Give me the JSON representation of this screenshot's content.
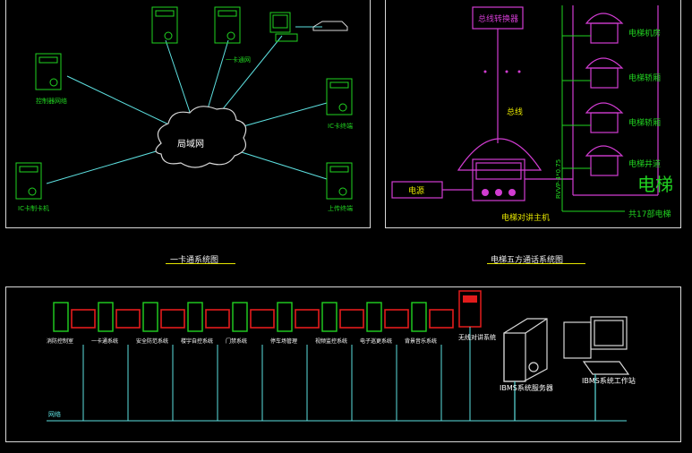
{
  "lan": {
    "cloud_label": "局域网",
    "nodes": [
      {
        "label": "控制器网络"
      },
      {
        "label": ""
      },
      {
        "label": "一卡通网"
      },
      {
        "label": ""
      },
      {
        "label": "IC卡终端"
      },
      {
        "label": "上传终端"
      },
      {
        "label": "IC卡制卡机"
      }
    ],
    "caption": "一卡通系统图"
  },
  "elevator": {
    "bus_converter": "总线转换器",
    "bus_label": "总线",
    "power_label": "电源",
    "host_label": "电梯对讲主机",
    "cable_label": "RVVP-4*0.75",
    "floors": [
      "电梯机房",
      "电梯轿厢",
      "电梯轿厢",
      "电梯井道"
    ],
    "elevator_big": "电梯",
    "total_label": "共17部电梯",
    "caption": "电梯五方通话系统图"
  },
  "ws": {
    "stations": [
      {
        "label": "消防控制室"
      },
      {
        "label": "一卡通系统"
      },
      {
        "label": "安全防范系统"
      },
      {
        "label": "楼宇自控系统"
      },
      {
        "label": "门禁系统"
      },
      {
        "label": "停车场管理"
      },
      {
        "label": "视频监控系统"
      },
      {
        "label": "电子巡更系统"
      },
      {
        "label": "背景音乐系统"
      }
    ],
    "extra_device": "无线对讲系统",
    "server_label": "IBMS系统服务器",
    "workstation_label": "IBMS系统工作站",
    "bus_label": "网络"
  },
  "colors": {
    "line_cyan": "#5de0e0",
    "monitor_red": "#e31c1c",
    "tower_green": "#21d321",
    "magenta": "#d23cd2",
    "yellow": "#e6e600",
    "white": "#d8d8d8"
  }
}
